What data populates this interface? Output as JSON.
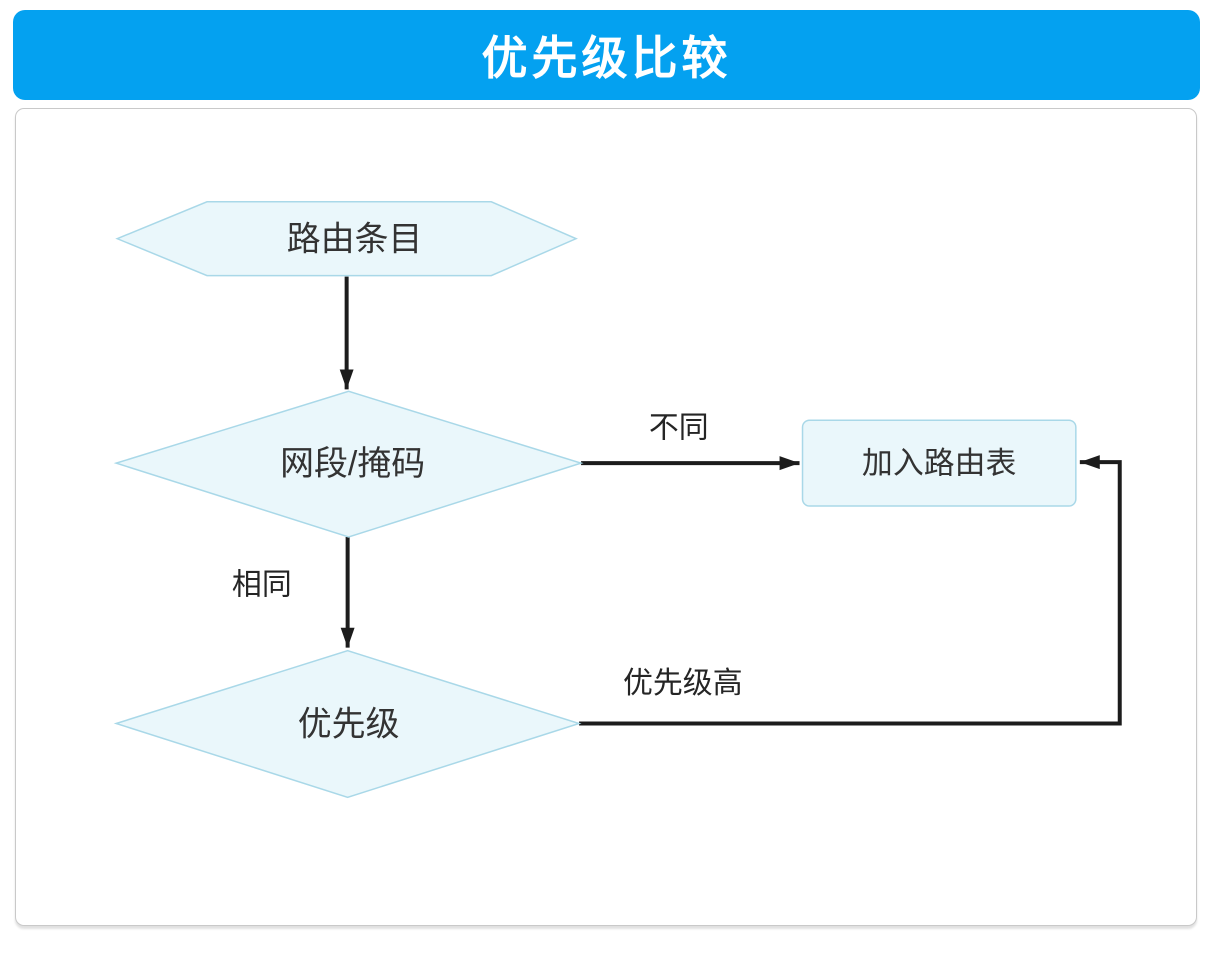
{
  "title_bar": {
    "title": "优先级比较"
  },
  "colors": {
    "header-bg": "#04A1F0",
    "header-text": "#FFFFFF",
    "node-fill": "#EAF7FB",
    "node-border": "#A9D8E8",
    "edge-line": "#1C1C1C",
    "node-text": "#333333",
    "canvas-border": "#C9C9C9",
    "canvas-bg": "#FFFFFF"
  },
  "flowchart": {
    "type": "flowchart",
    "nodes": [
      {
        "id": "route-entry",
        "shape": "hexagon",
        "label": "路由条目"
      },
      {
        "id": "net-segment-mask",
        "shape": "diamond",
        "label": "网段/掩码"
      },
      {
        "id": "add-routing-table",
        "shape": "rounded-rectangle",
        "label": "加入路由表"
      },
      {
        "id": "priority",
        "shape": "diamond",
        "label": "优先级"
      }
    ],
    "edges": [
      {
        "from": "route-entry",
        "to": "net-segment-mask",
        "label": ""
      },
      {
        "from": "net-segment-mask",
        "to": "add-routing-table",
        "label": "不同"
      },
      {
        "from": "net-segment-mask",
        "to": "priority",
        "label": "相同"
      },
      {
        "from": "priority",
        "to": "add-routing-table",
        "label": "优先级高"
      }
    ]
  }
}
